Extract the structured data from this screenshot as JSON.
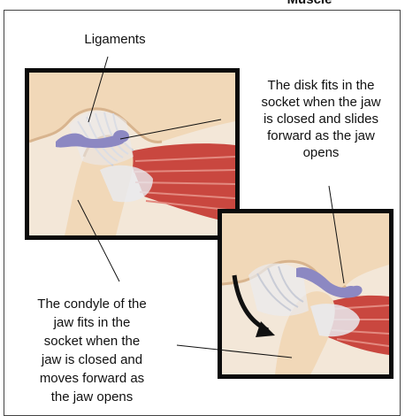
{
  "top_label": "Muscle",
  "labels": {
    "ligaments": "Ligaments",
    "disk": [
      "The disk fits in the",
      "socket when the jaw",
      "is closed and slides",
      "forward as the jaw",
      "opens"
    ],
    "condyle": [
      "The condyle of the",
      "jaw fits in the",
      "socket when the",
      "jaw is closed and",
      "moves forward as",
      "the jaw opens"
    ]
  },
  "colors": {
    "border": "#0b0b0b",
    "bone": "#f1d8b8",
    "bone_dark": "#d8b48e",
    "muscle": "#c9473f",
    "ligament": "#e9ebf0",
    "disk": "#8c88c2",
    "arrow": "#111111"
  }
}
